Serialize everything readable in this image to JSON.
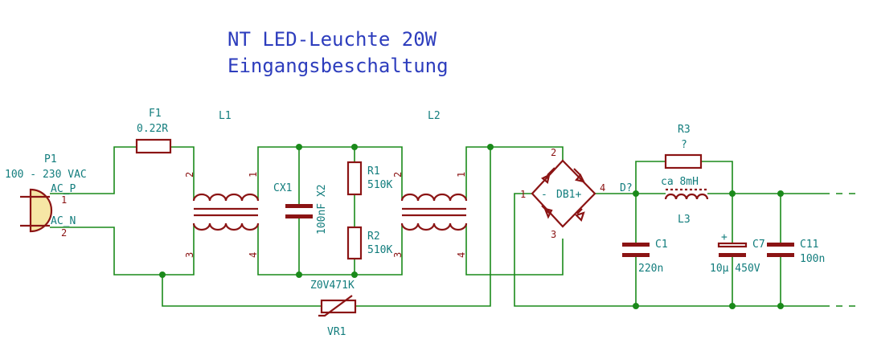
{
  "title": {
    "line1": "NT LED-Leuchte 20W",
    "line2": "Eingangsbeschaltung"
  },
  "colors": {
    "wire": "#1a8a1a",
    "component": "#8b1414",
    "label": "#127d7d",
    "title": "#2d3dbd"
  },
  "components": {
    "p1": {
      "ref": "P1",
      "value": "100 - 230 VAC",
      "pin1_name": "AC_P",
      "pin2_name": "AC_N",
      "pin1": "1",
      "pin2": "2"
    },
    "f1": {
      "ref": "F1",
      "value": "0.22R"
    },
    "l1": {
      "ref": "L1",
      "pins": [
        "2",
        "1",
        "3",
        "4"
      ]
    },
    "cx1": {
      "ref": "CX1",
      "value": "100nF X2"
    },
    "r1": {
      "ref": "R1",
      "value": "510K"
    },
    "r2": {
      "ref": "R2",
      "value": "510K"
    },
    "l2": {
      "ref": "L2",
      "pins": [
        "2",
        "1",
        "3",
        "4"
      ]
    },
    "vr1": {
      "ref": "VR1",
      "value": "Z0V471K"
    },
    "db1": {
      "ref": "DB1+",
      "minus": "-",
      "pin1": "1",
      "pin2": "2",
      "pin3": "3",
      "pin4": "4"
    },
    "net_d": {
      "label": "D?"
    },
    "r3": {
      "ref": "R3",
      "value": "?"
    },
    "l3": {
      "ref": "L3",
      "value": "ca 8mH"
    },
    "c1": {
      "ref": "C1",
      "value": "220n"
    },
    "c7": {
      "ref": "C7",
      "value": "10µ 450V",
      "polarity": "+"
    },
    "c11": {
      "ref": "C11",
      "value": "100n"
    }
  }
}
